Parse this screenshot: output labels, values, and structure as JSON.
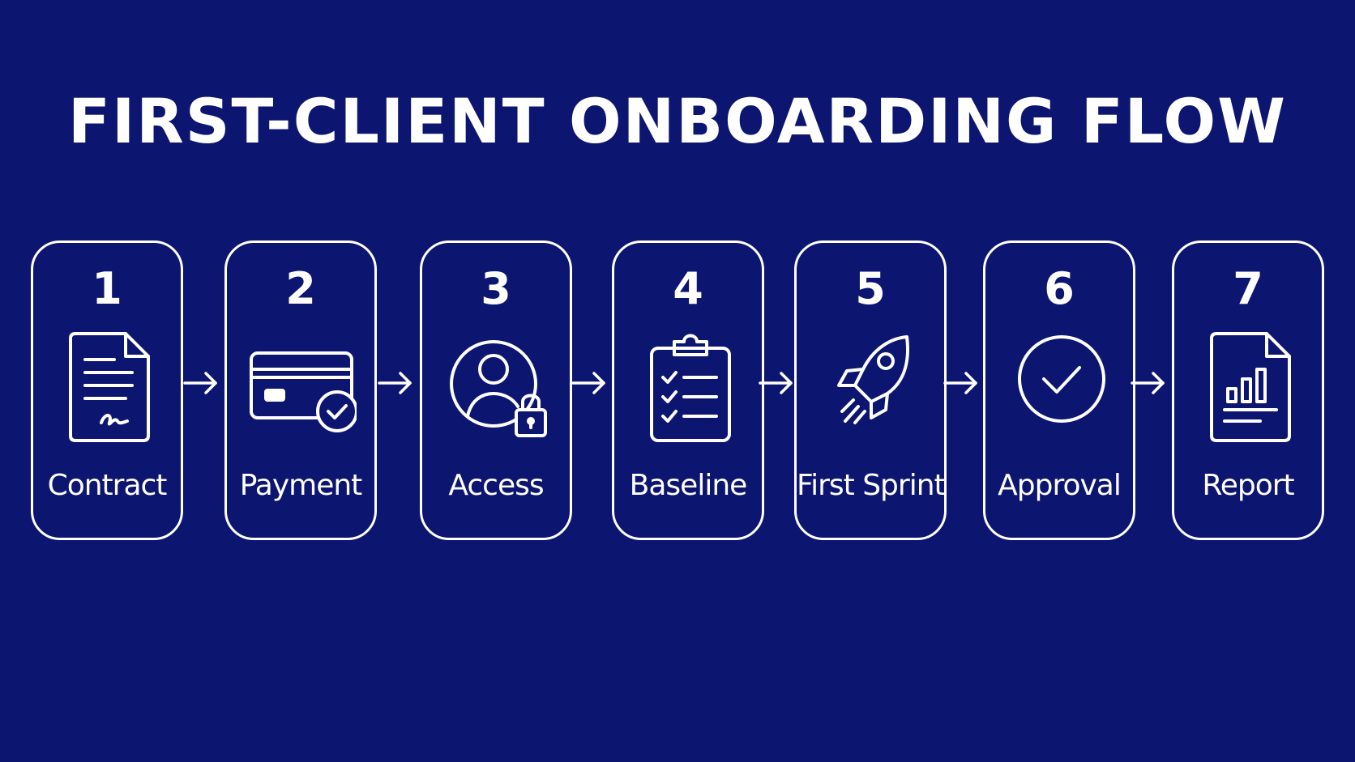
{
  "title": "FIRST-CLIENT ONBOARDING FLOW",
  "colors": {
    "background": "#0c1570",
    "foreground": "#ffffff"
  },
  "steps": [
    {
      "number": "1",
      "label": "Contract",
      "icon": "signed-document-icon"
    },
    {
      "number": "2",
      "label": "Payment",
      "icon": "credit-card-check-icon"
    },
    {
      "number": "3",
      "label": "Access",
      "icon": "user-lock-icon"
    },
    {
      "number": "4",
      "label": "Baseline",
      "icon": "clipboard-checklist-icon"
    },
    {
      "number": "5",
      "label": "First Sprint",
      "icon": "rocket-icon"
    },
    {
      "number": "6",
      "label": "Approval",
      "icon": "check-circle-icon"
    },
    {
      "number": "7",
      "label": "Report",
      "icon": "bar-chart-report-icon"
    }
  ]
}
